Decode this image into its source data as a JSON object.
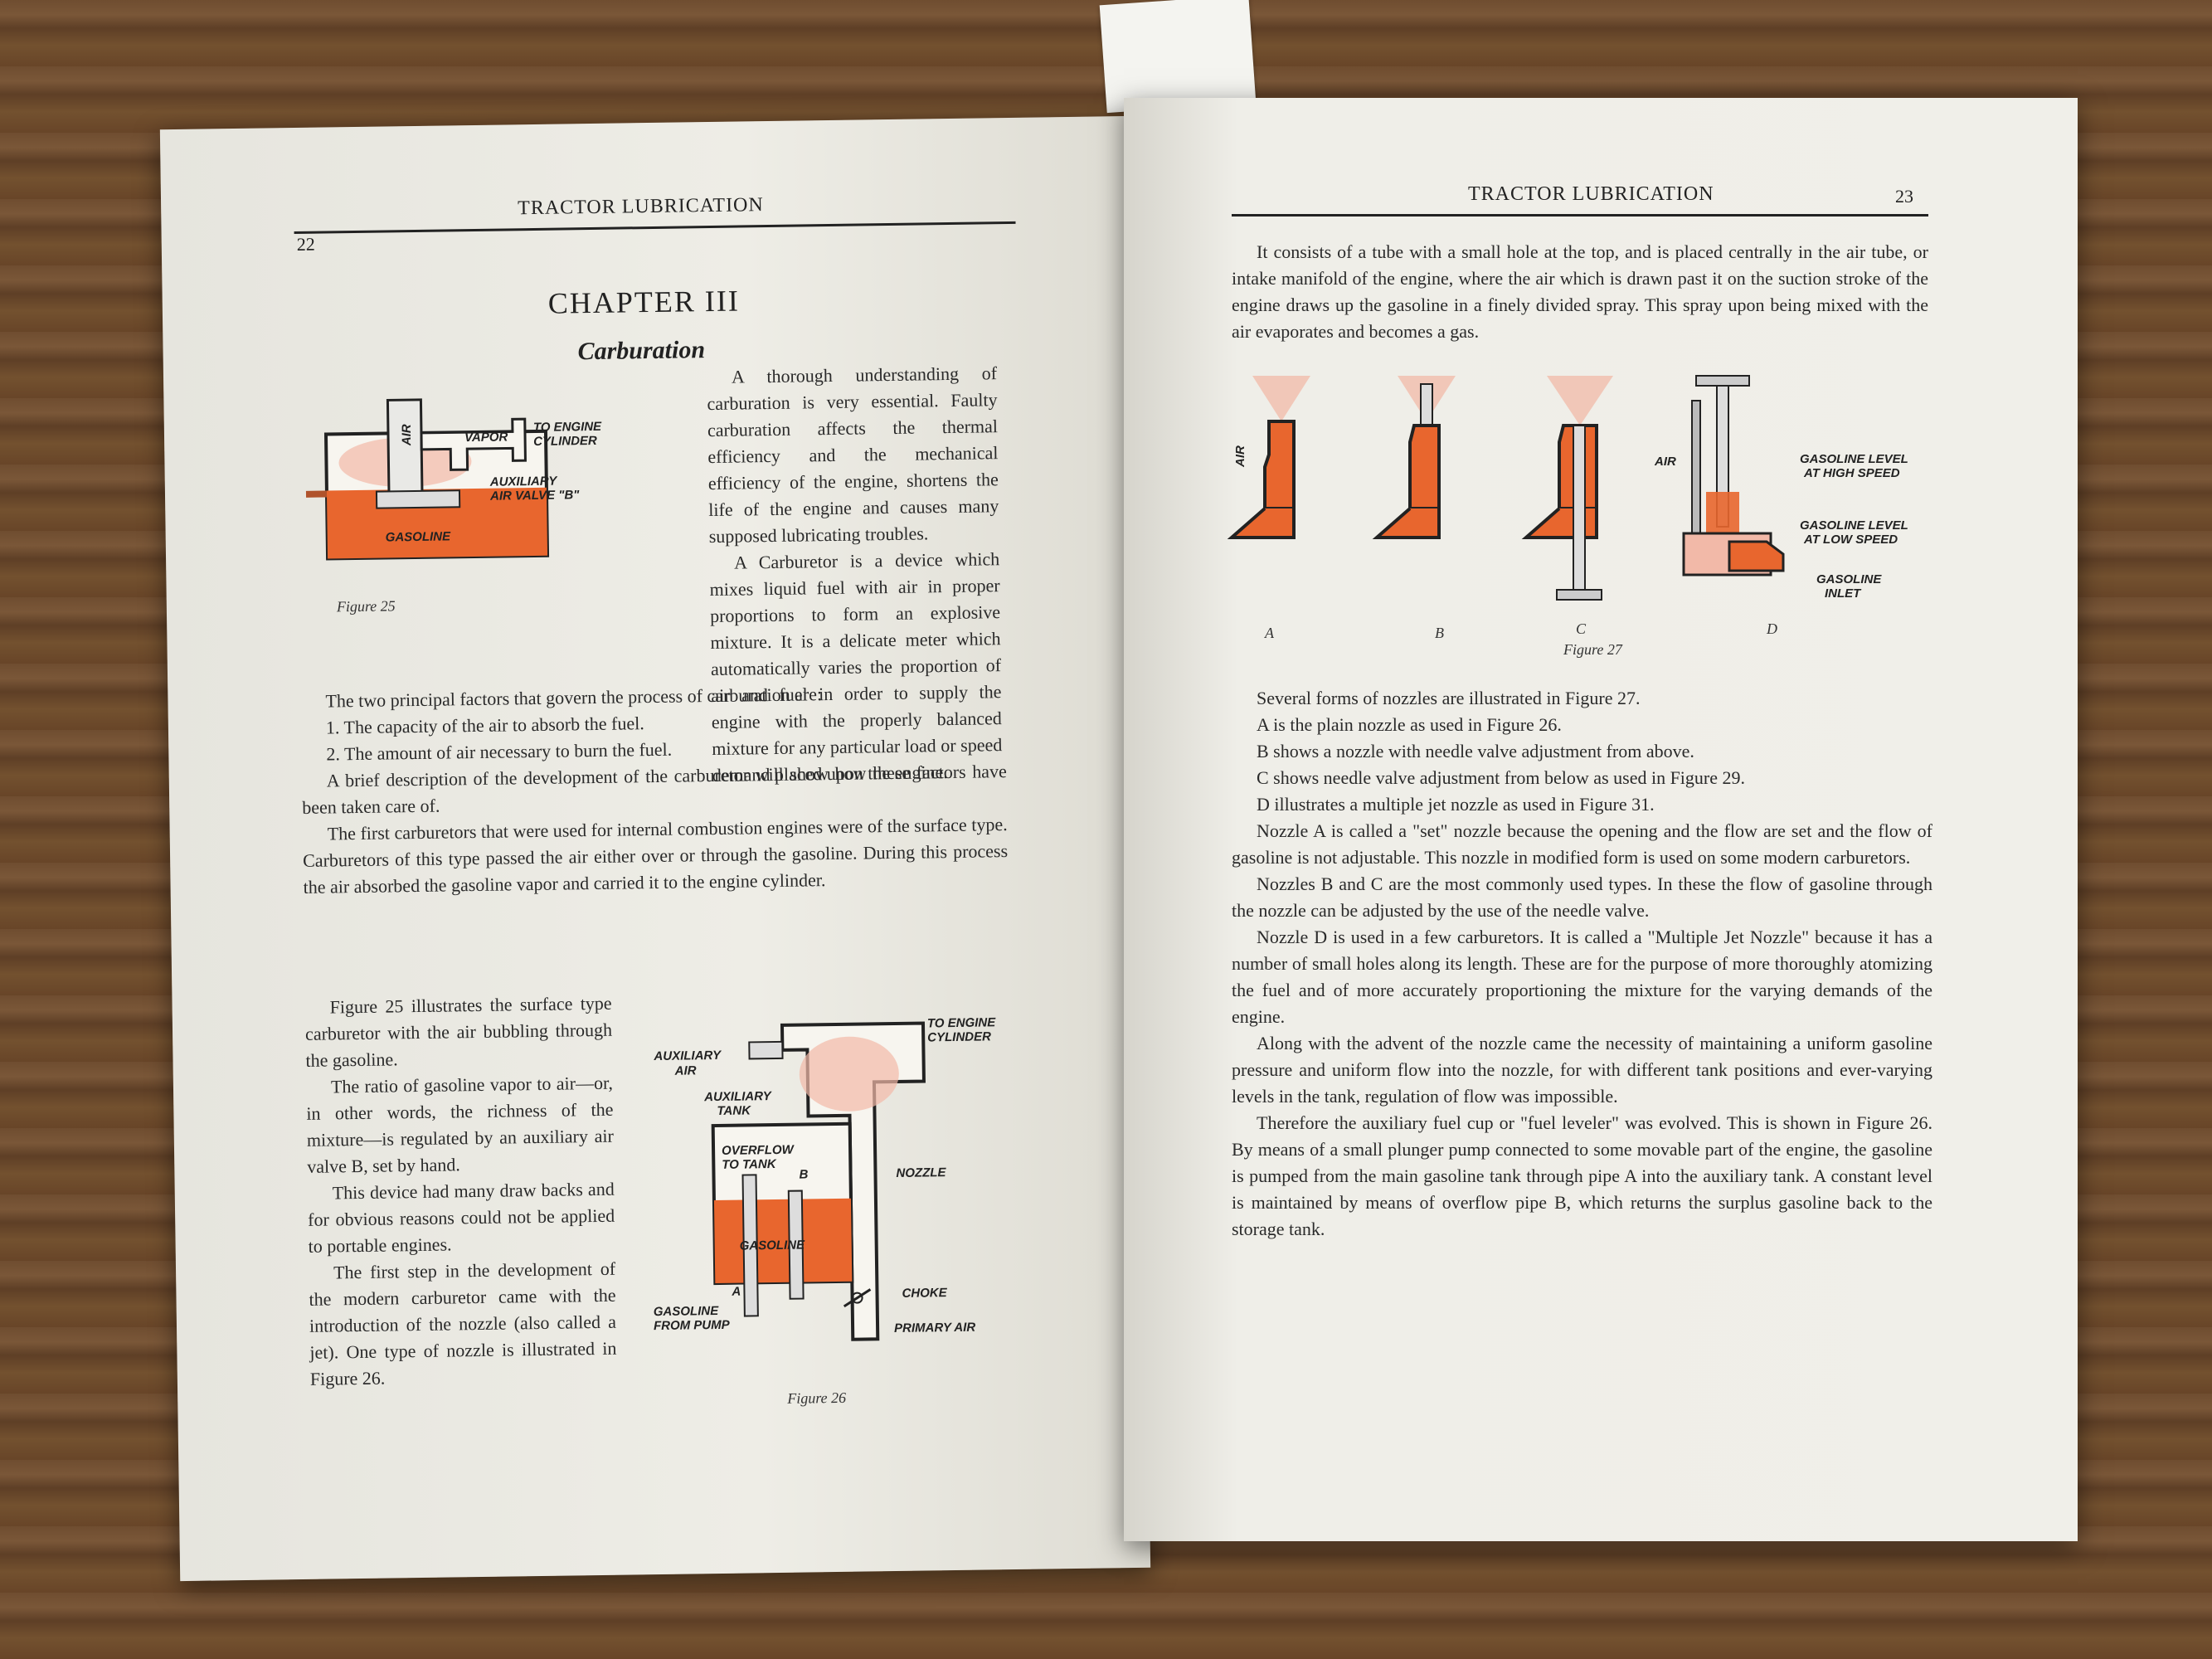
{
  "left_page": {
    "running_head": "TRACTOR LUBRICATION",
    "page_number": "22",
    "chapter": "CHAPTER III",
    "section": "Carburation",
    "intro_paragraph": "A thorough understanding of carburation is very essential. Faulty carburation affects the thermal efficiency and the mechanical efficiency of the engine, shortens the life of the engine and causes many supposed lubricating troubles.",
    "carburetor_paragraph": "A Carburetor is a device which mixes liquid fuel with air in proper proportions to form an explosive mixture. It is a delicate meter which automatically varies the proportion of air and fuel in order to supply the engine with the properly balanced mixture for any particular load or speed demand placed upon the engine.",
    "factors_intro": "The two principal factors that govern the process of carburation are:",
    "factor_1": "1. The capacity of the air to absorb the fuel.",
    "factor_2": "2. The amount of air necessary to burn the fuel.",
    "development_paragraph": "A brief description of the development of the carburetor will show how these factors have been taken care of.",
    "first_carburetors_paragraph": "The first carburetors that were used for internal combustion engines were of the surface type. Carburetors of this type passed the air either over or through the gasoline. During this process the air absorbed the gasoline vapor and carried it to the engine cylinder.",
    "figure25_paragraph": "Figure 25 illustrates the surface type carburetor with the air bubbling through the gasoline.",
    "ratio_paragraph": "The ratio of gasoline vapor to air—or, in other words, the richness of the mixture—is regulated by an auxiliary air valve B, set by hand.",
    "drawbacks_paragraph": "This device had many draw backs and for obvious reasons could not be applied to portable engines.",
    "first_step_paragraph": "The first step in the development of the modern carburetor came with the introduction of the nozzle (also called a jet). One type of nozzle is illustrated in Figure 26.",
    "figure25": {
      "caption": "Figure 25",
      "air": "AIR",
      "vapor": "VAPOR",
      "to_engine_1": "TO ENGINE",
      "to_engine_2": "CYLINDER",
      "aux_1": "AUXILIARY",
      "aux_2": "AIR VALVE \"B\"",
      "gasoline": "GASOLINE"
    },
    "figure26": {
      "caption": "Figure 26",
      "aux_air_1": "AUXILIARY",
      "aux_air_2": "AIR",
      "to_engine_1": "TO ENGINE",
      "to_engine_2": "CYLINDER",
      "aux_tank_1": "AUXILIARY",
      "aux_tank_2": "TANK",
      "overflow_1": "OVERFLOW",
      "overflow_2": "TO TANK",
      "b": "B",
      "nozzle": "NOZZLE",
      "gasoline": "GASOLINE",
      "a": "A",
      "from_pump_1": "GASOLINE",
      "from_pump_2": "FROM PUMP",
      "choke": "CHOKE",
      "primary_air": "PRIMARY AIR"
    }
  },
  "right_page": {
    "running_head": "TRACTOR LUBRICATION",
    "page_number": "23",
    "opening_paragraph": "It consists of a tube with a small hole at the top, and is placed centrally in the air tube, or intake manifold of the engine, where the air which is drawn past it on the suction stroke of the engine draws up the gasoline in a finely divided spray. This spray upon being mixed with the air evaporates and becomes a gas.",
    "figure27": {
      "caption": "Figure 27",
      "air": "AIR",
      "sub_a": "A",
      "sub_b": "B",
      "sub_c": "C",
      "sub_d": "D",
      "level_high_1": "GASOLINE LEVEL",
      "level_high_2": "AT HIGH SPEED",
      "level_low_1": "GASOLINE LEVEL",
      "level_low_2": "AT LOW SPEED",
      "inlet_1": "GASOLINE",
      "inlet_2": "INLET"
    },
    "forms_intro": "Several forms of nozzles are illustrated in Figure 27.",
    "line_a": "A is the plain nozzle as used in Figure 26.",
    "line_b": "B shows a nozzle with needle valve adjustment from above.",
    "line_c": "C shows needle valve adjustment from below as used in Figure 29.",
    "line_d": "D illustrates a multiple jet nozzle as used in Figure 31.",
    "nozzle_a_paragraph": "Nozzle A is called a \"set\" nozzle because the opening and the flow are set and the flow of gasoline is not adjustable. This nozzle in modified form is used on some modern carburetors.",
    "nozzle_bc_paragraph": "Nozzles B and C are the most commonly used types. In these the flow of gasoline through the nozzle can be adjusted by the use of the needle valve.",
    "nozzle_d_paragraph": "Nozzle D is used in a few carburetors. It is called a \"Multiple Jet Nozzle\" because it has a number of small holes along its length. These are for the purpose of more thoroughly atomizing the fuel and of more accurately proportioning the mixture for the varying demands of the engine.",
    "advent_paragraph": "Along with the advent of the nozzle came the necessity of maintaining a uniform gasoline pressure and uniform flow into the nozzle, for with different tank positions and ever-varying levels in the tank, regulation of flow was impossible.",
    "fuel_leveler_paragraph": "Therefore the auxiliary fuel cup or \"fuel leveler\" was evolved. This is shown in Figure 26. By means of a small plunger pump connected to some movable part of the engine, the gasoline is pumped from the main gasoline tank through pipe A into the auxiliary tank. A constant level is maintained by means of overflow pipe B, which returns the surplus gasoline back to the storage tank."
  },
  "colors": {
    "orange": "#e8662e",
    "pink_spray": "#f2b9a8",
    "ink": "#222222"
  }
}
